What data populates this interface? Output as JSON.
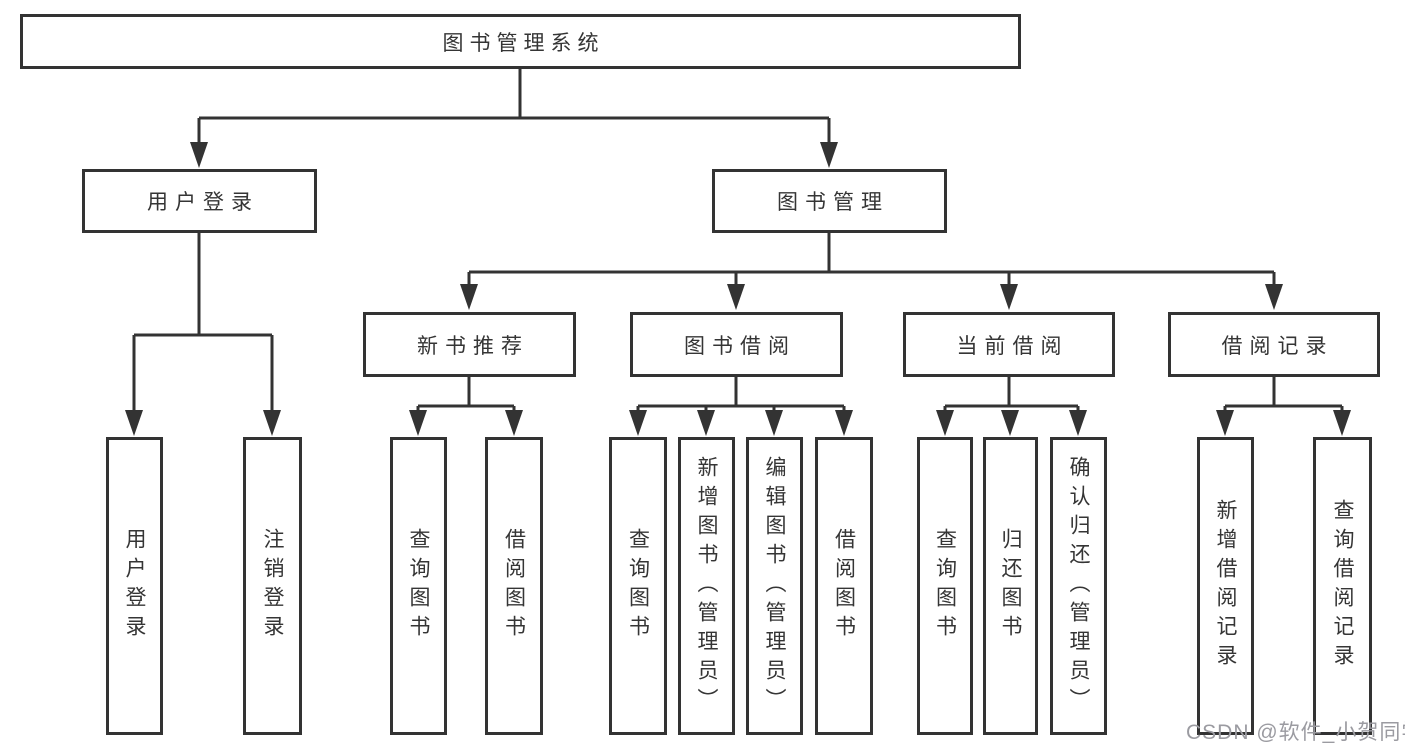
{
  "colors": {
    "line": "#333333",
    "text": "#353535",
    "background": "#ffffff",
    "watermark": "#9b9ba1"
  },
  "diagram": {
    "root": {
      "label": "图书管理系统"
    },
    "level2": [
      {
        "label": "用户登录"
      },
      {
        "label": "图书管理"
      }
    ],
    "level3": [
      {
        "label": "新书推荐"
      },
      {
        "label": "图书借阅"
      },
      {
        "label": "当前借阅"
      },
      {
        "label": "借阅记录"
      }
    ],
    "leaves": {
      "user_login": [
        "用户登录",
        "注销登录"
      ],
      "new_book": [
        "查询图书",
        "借阅图书"
      ],
      "book_borrow": [
        "查询图书",
        "新增图书（管理员）",
        "编辑图书（管理员）",
        "借阅图书"
      ],
      "current_borrow": [
        "查询图书",
        "归还图书",
        "确认归还（管理员）"
      ],
      "borrow_record": [
        "新增借阅记录",
        "查询借阅记录"
      ]
    }
  },
  "watermark": {
    "text": "CSDN @软件_小贺同学"
  }
}
